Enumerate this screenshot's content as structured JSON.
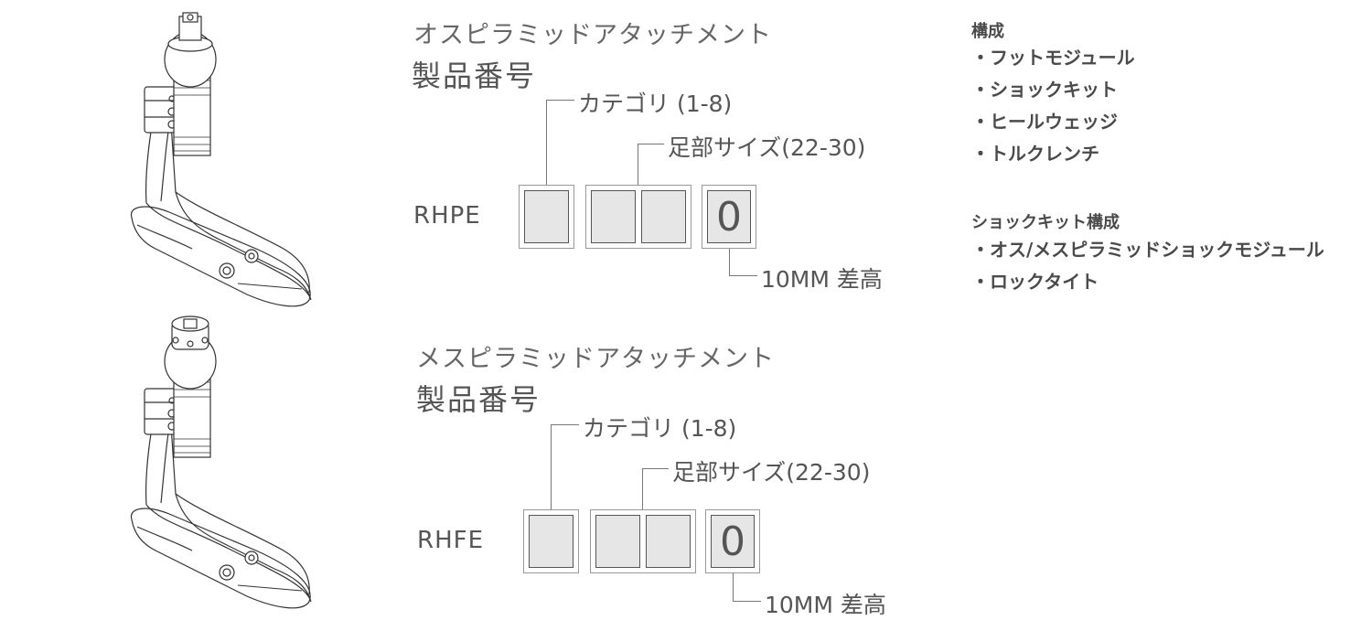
{
  "upper": {
    "title": "オスピラミッドアタッチメント",
    "part_number_label": "製品番号",
    "prefix": "RHPE",
    "category_label": "カテゴリ (1-8)",
    "foot_size_label": "足部サイズ(22-30)",
    "fixed_digit": "0",
    "heel_height_label": "10MM 差高"
  },
  "lower": {
    "title": "メスピラミッドアタッチメント",
    "part_number_label": "製品番号",
    "prefix": "RHFE",
    "category_label": "カテゴリ (1-8)",
    "foot_size_label": "足部サイズ(22-30)",
    "fixed_digit": "0",
    "heel_height_label": "10MM 差高"
  },
  "contents": {
    "heading": "構成",
    "items": [
      "・フットモジュール",
      "・ショックキット",
      "・ヒールウェッジ",
      "・トルクレンチ"
    ]
  },
  "shock_kit": {
    "heading": "ショックキット構成",
    "items": [
      "・オス/メスピラミッドショックモジュール",
      "・ロックタイト"
    ]
  }
}
